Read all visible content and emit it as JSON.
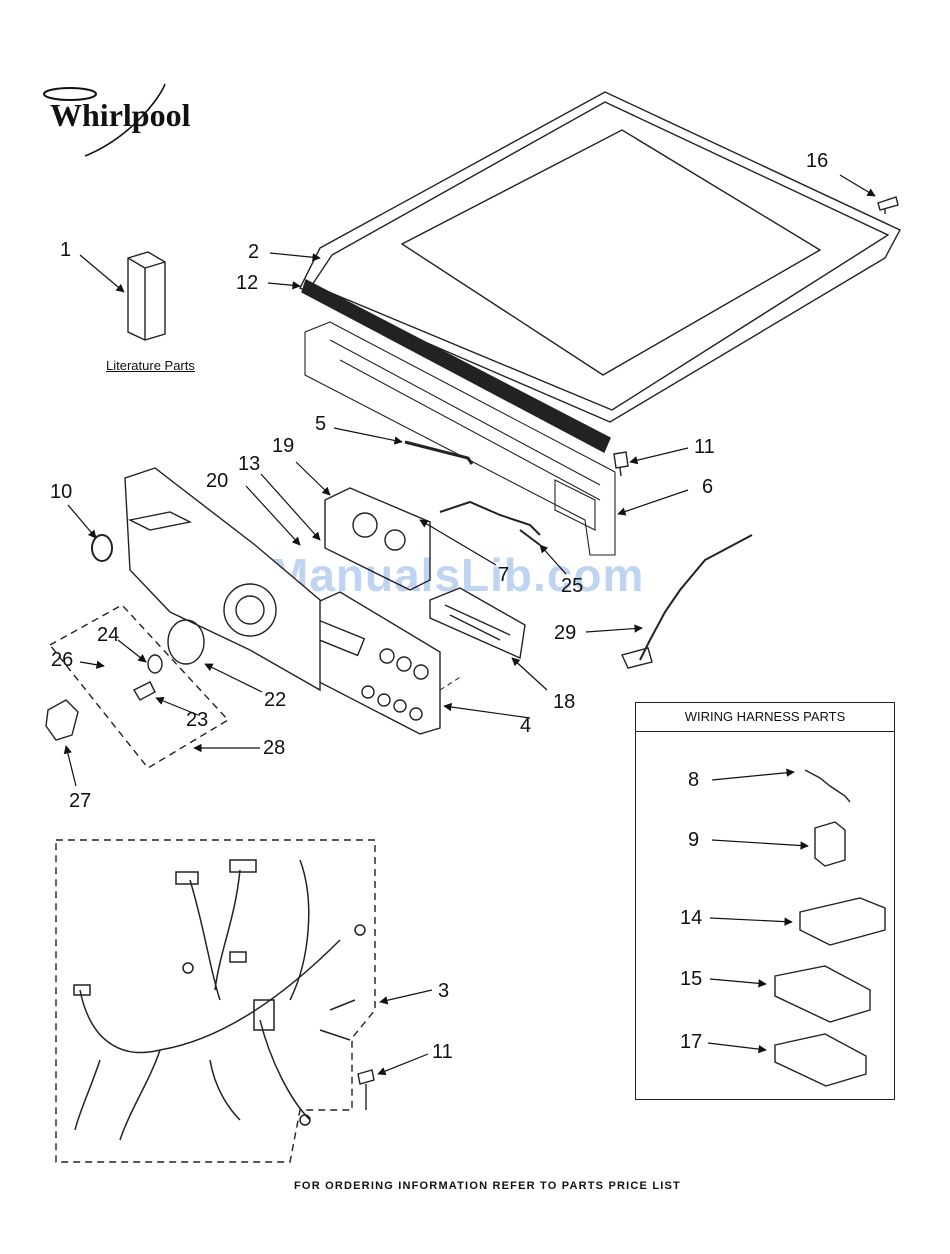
{
  "brand": {
    "logo_text": "Whirlpool"
  },
  "watermark": "ManualsLib.com",
  "literature_label": "Literature Parts",
  "harness_box": {
    "title": "WIRING HARNESS PARTS",
    "numbers": [
      "8",
      "9",
      "14",
      "15",
      "17"
    ]
  },
  "part_numbers": [
    "1",
    "2",
    "3",
    "4",
    "5",
    "6",
    "7",
    "10",
    "11",
    "11",
    "12",
    "13",
    "16",
    "18",
    "19",
    "20",
    "22",
    "23",
    "24",
    "25",
    "26",
    "27",
    "28",
    "29"
  ],
  "footer": "FOR ORDERING INFORMATION REFER TO PARTS PRICE LIST"
}
